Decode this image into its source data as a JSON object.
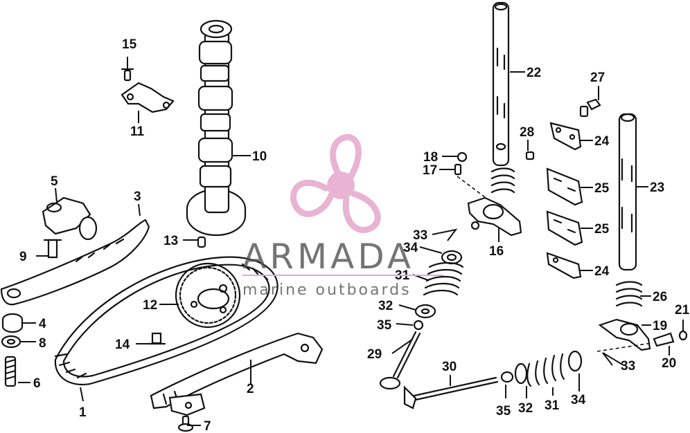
{
  "watermark": {
    "name": "ARMADA",
    "tagline": "marine outboards",
    "color": "#e6a6cc"
  },
  "callouts": {
    "c1": "1",
    "c2": "2",
    "c3": "3",
    "c4": "4",
    "c5": "5",
    "c6": "6",
    "c7": "7",
    "c8": "8",
    "c9": "9",
    "c10": "10",
    "c11": "11",
    "c12": "12",
    "c13": "13",
    "c14": "14",
    "c15": "15",
    "c16": "16",
    "c17": "17",
    "c18": "18",
    "c19": "19",
    "c20": "20",
    "c21": "21",
    "c22": "22",
    "c23": "23",
    "c24a": "24",
    "c24b": "24",
    "c25a": "25",
    "c25b": "25",
    "c26": "26",
    "c27": "27",
    "c28": "28",
    "c29": "29",
    "c30": "30",
    "c31a": "31",
    "c31b": "31",
    "c32a": "32",
    "c32b": "32",
    "c33a": "33",
    "c33b": "33",
    "c34a": "34",
    "c34b": "34",
    "c35a": "35",
    "c35b": "35"
  }
}
